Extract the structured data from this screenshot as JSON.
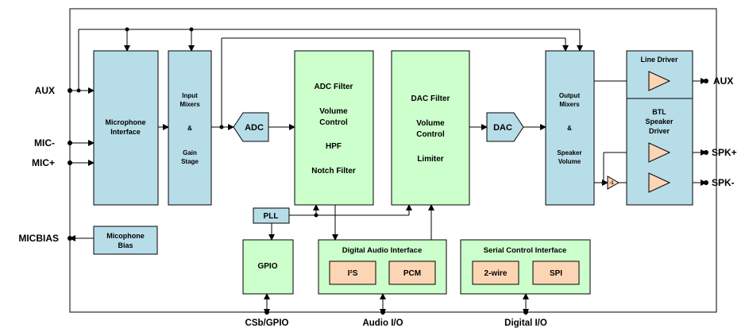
{
  "colors": {
    "teal_block": "#b7dde8",
    "green_block": "#ccffcc",
    "amp_fill": "#fcd5b4",
    "stroke": "#000000"
  },
  "pins": {
    "aux_in": "AUX",
    "mic_minus": "MIC-",
    "mic_plus": "MIC+",
    "micbias": "MICBIAS",
    "aux_out": "AUX",
    "spk_plus": "SPK+",
    "spk_minus": "SPK-"
  },
  "blocks": {
    "mic_interface": [
      "Microphone",
      "Interface"
    ],
    "mic_bias": [
      "Micophone",
      "Bias"
    ],
    "input_mixers": [
      "Input",
      "Mixers",
      "&",
      "Gain",
      "Stage"
    ],
    "adc": "ADC",
    "adc_filter": [
      "ADC Filter",
      "Volume",
      "Control",
      "HPF",
      "Notch Filter"
    ],
    "dac_filter": [
      "DAC Filter",
      "Volume",
      "Control",
      "Limiter"
    ],
    "dac": "DAC",
    "output_mixers": [
      "Output",
      "Mixers",
      "&",
      "Speaker",
      "Volume"
    ],
    "line_driver": "Line Driver",
    "btl_driver": [
      "BTL",
      "Speaker",
      "Driver"
    ],
    "inverter": "-1",
    "pll": "PLL",
    "gpio": "GPIO",
    "digital_audio_interface": "Digital Audio Interface",
    "i2s": "I²S",
    "pcm": "PCM",
    "serial_control_interface": "Serial Control Interface",
    "two_wire": "2-wire",
    "spi": "SPI"
  },
  "bottom_labels": {
    "csb_gpio": "CSb/GPIO",
    "audio_io": "Audio I/O",
    "digital_io": "Digital I/O"
  }
}
